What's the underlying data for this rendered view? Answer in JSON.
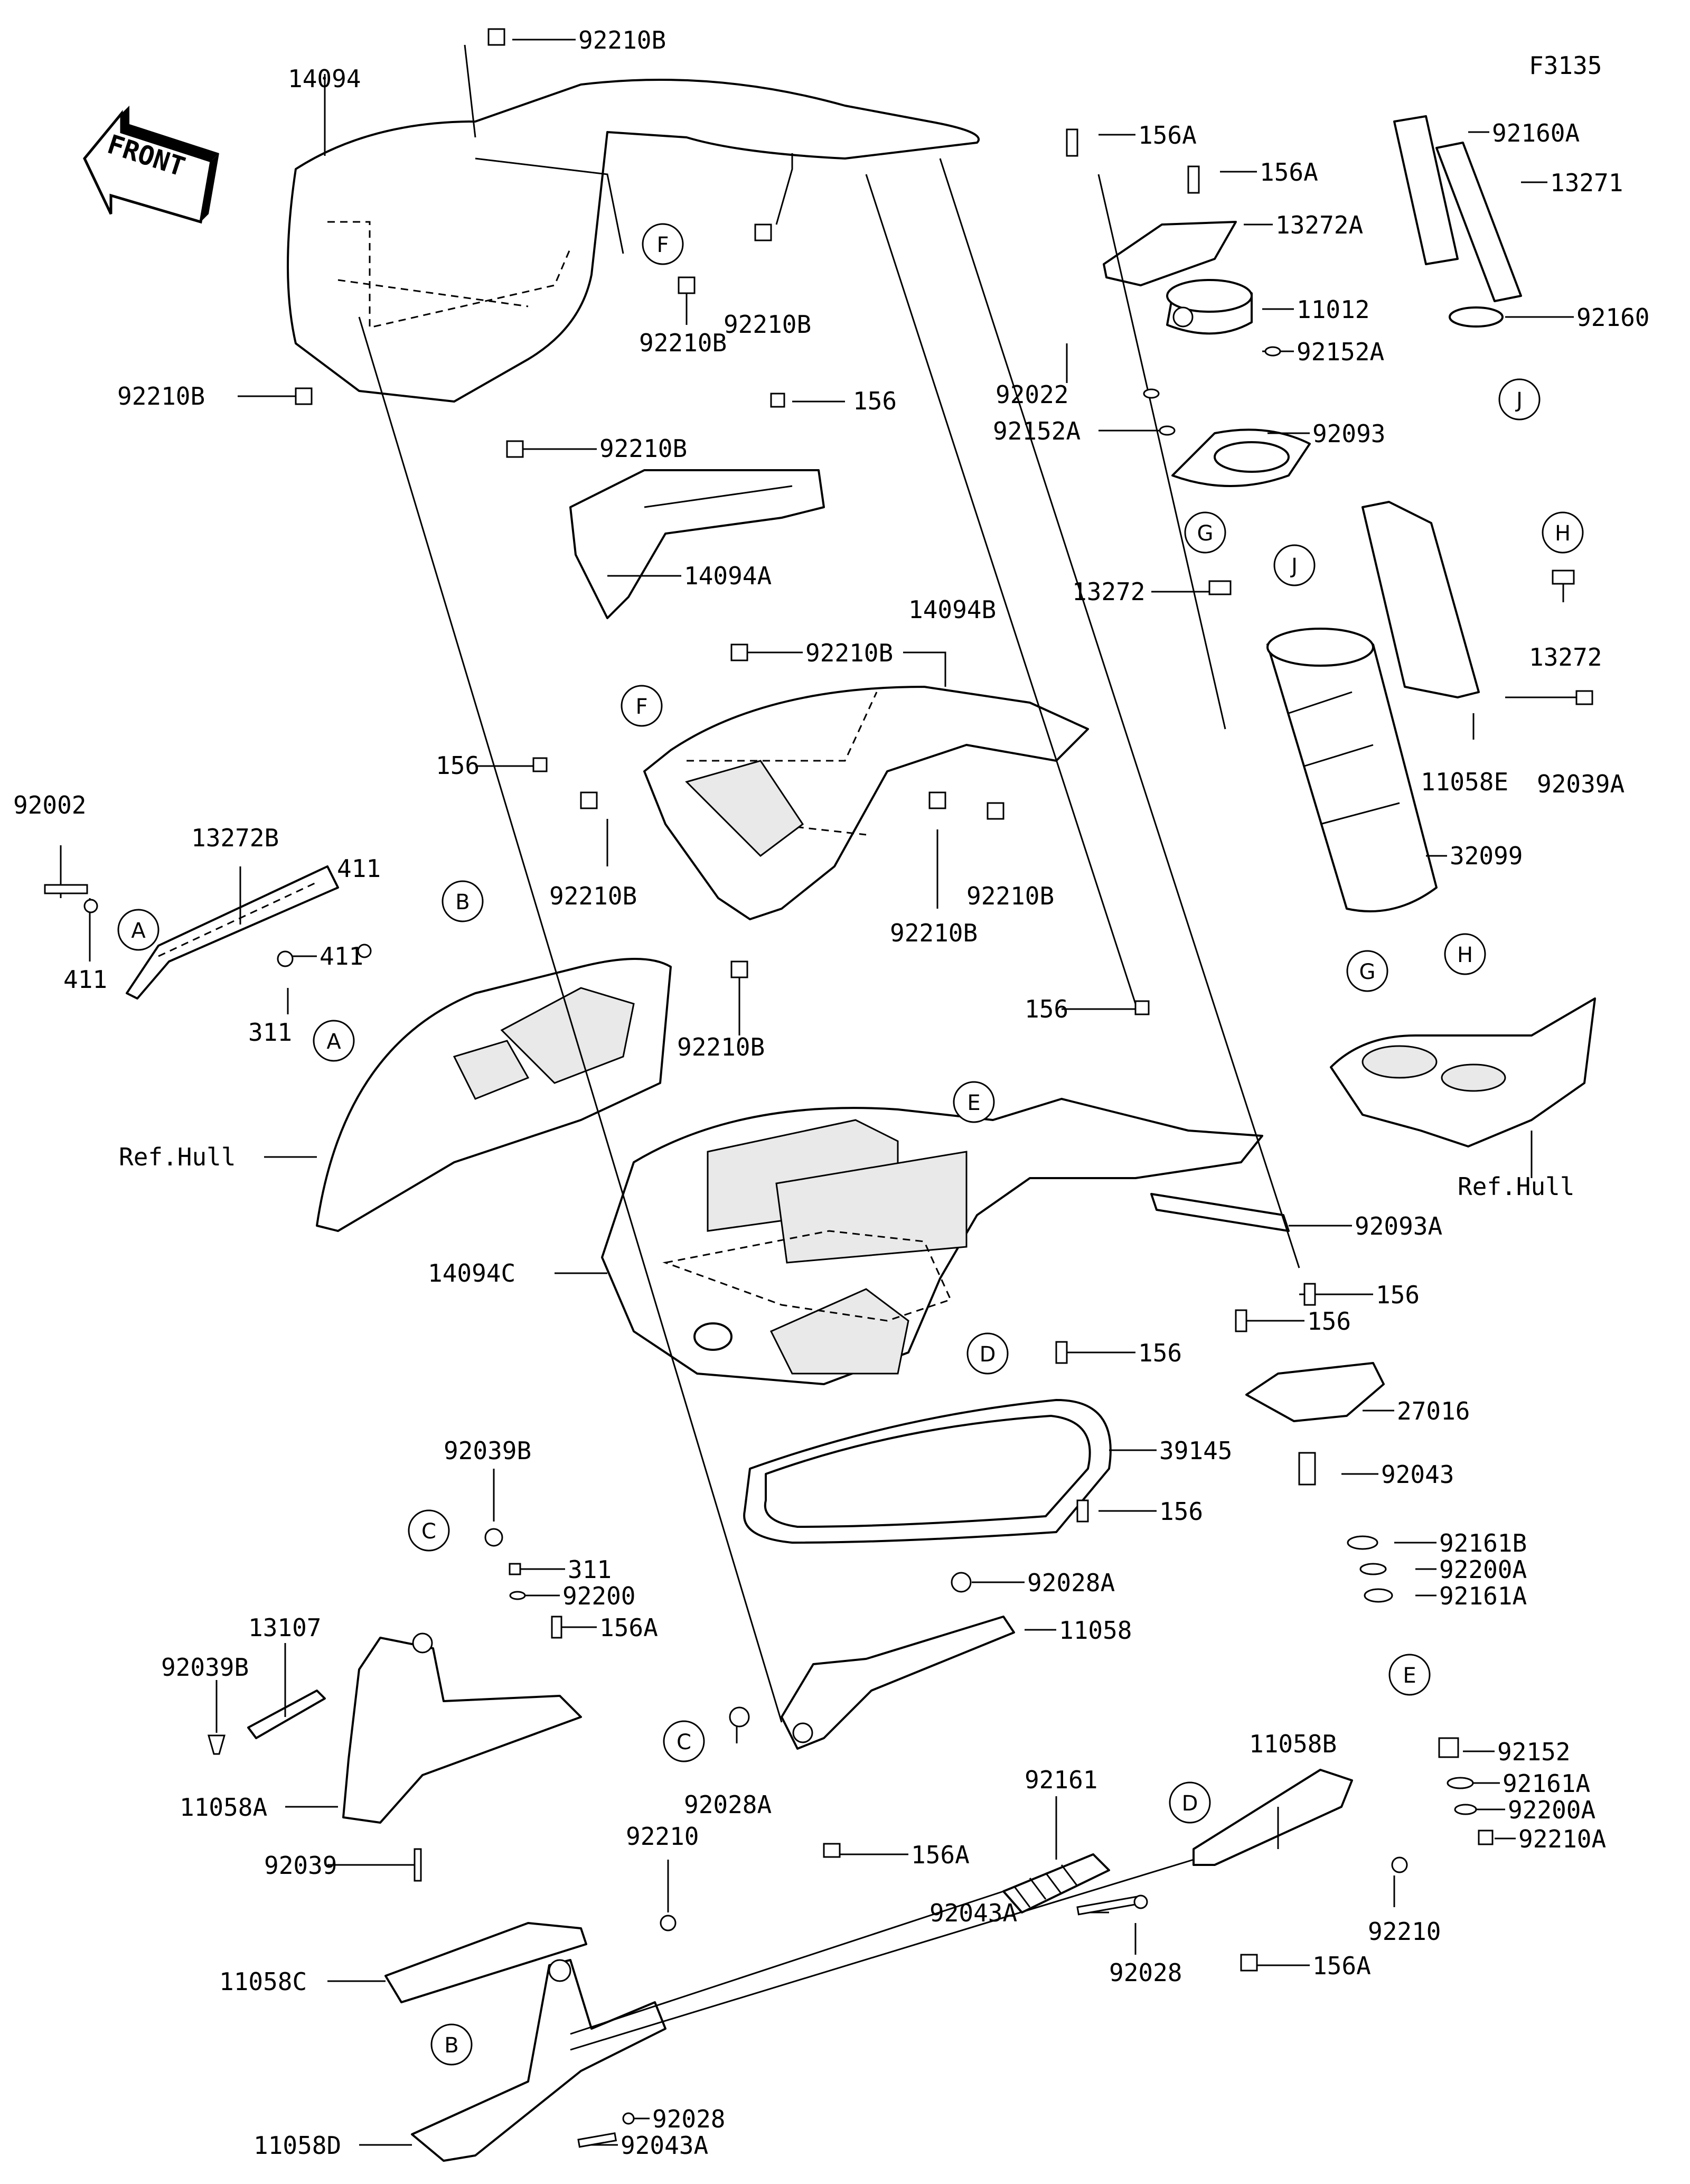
{
  "figure_code": "F3135",
  "front_label": "FRONT",
  "callouts": [
    "A",
    "A",
    "B",
    "B",
    "C",
    "C",
    "D",
    "D",
    "E",
    "E",
    "F",
    "F",
    "G",
    "G",
    "H",
    "H",
    "J",
    "J"
  ],
  "part_labels": {
    "p92210B_1": "92210B",
    "p14094": "14094",
    "p92210B_2": "92210B",
    "p92210B_3": "92210B",
    "p92210B_4": "92210B",
    "p92210B_5": "92210B",
    "p156_1": "156",
    "p14094A": "14094A",
    "p14094B": "14094B",
    "p92210B_6": "92210B",
    "p156_2": "156",
    "p92210B_7": "92210B",
    "p92210B_8": "92210B",
    "p92210B_9": "92210B",
    "p92210B_10": "92210B",
    "p156_3": "156",
    "p92002": "92002",
    "p13272B": "13272B",
    "p411_1": "411",
    "p411_2": "411",
    "p411_3": "411",
    "p311_1": "311",
    "p_refhull_1": "Ref.Hull",
    "p14094C": "14094C",
    "p156A_1": "156A",
    "p156A_2": "156A",
    "p13272A": "13272A",
    "p11012": "11012",
    "p92022": "92022",
    "p92152A_1": "92152A",
    "p92152A_2": "92152A",
    "p92093": "92093",
    "p13272_1": "13272",
    "p13272_2": "13272",
    "p92160A": "92160A",
    "p13271": "13271",
    "p92160": "92160",
    "p11058E": "11058E",
    "p92039A": "92039A",
    "p32099": "32099",
    "p_refhull_2": "Ref.Hull",
    "p92093A": "92093A",
    "p156_4": "156",
    "p156_5": "156",
    "p156_6": "156",
    "p156_7": "156",
    "p39145": "39145",
    "p27016": "27016",
    "p92043": "92043",
    "p92161B": "92161B",
    "p92200A_1": "92200A",
    "p92161A_1": "92161A",
    "p92152": "92152",
    "p92161A_2": "92161A",
    "p92200A_2": "92200A",
    "p92210A": "92210A",
    "p92039B_1": "92039B",
    "p311_2": "311",
    "p92200": "92200",
    "p156A_3": "156A",
    "p13107": "13107",
    "p92039B_2": "92039B",
    "p11058A": "11058A",
    "p92039": "92039",
    "p11058C": "11058C",
    "p11058D": "11058D",
    "p92210_1": "92210",
    "p92028A_1": "92028A",
    "p11058": "11058",
    "p92028A_2": "92028A",
    "p156A_4": "156A",
    "p92161": "92161",
    "p92043A_1": "92043A",
    "p92028_1": "92028",
    "p11058B": "11058B",
    "p92210_2": "92210",
    "p156A_5": "156A",
    "p92028_2": "92028",
    "p92043A_2": "92043A"
  }
}
